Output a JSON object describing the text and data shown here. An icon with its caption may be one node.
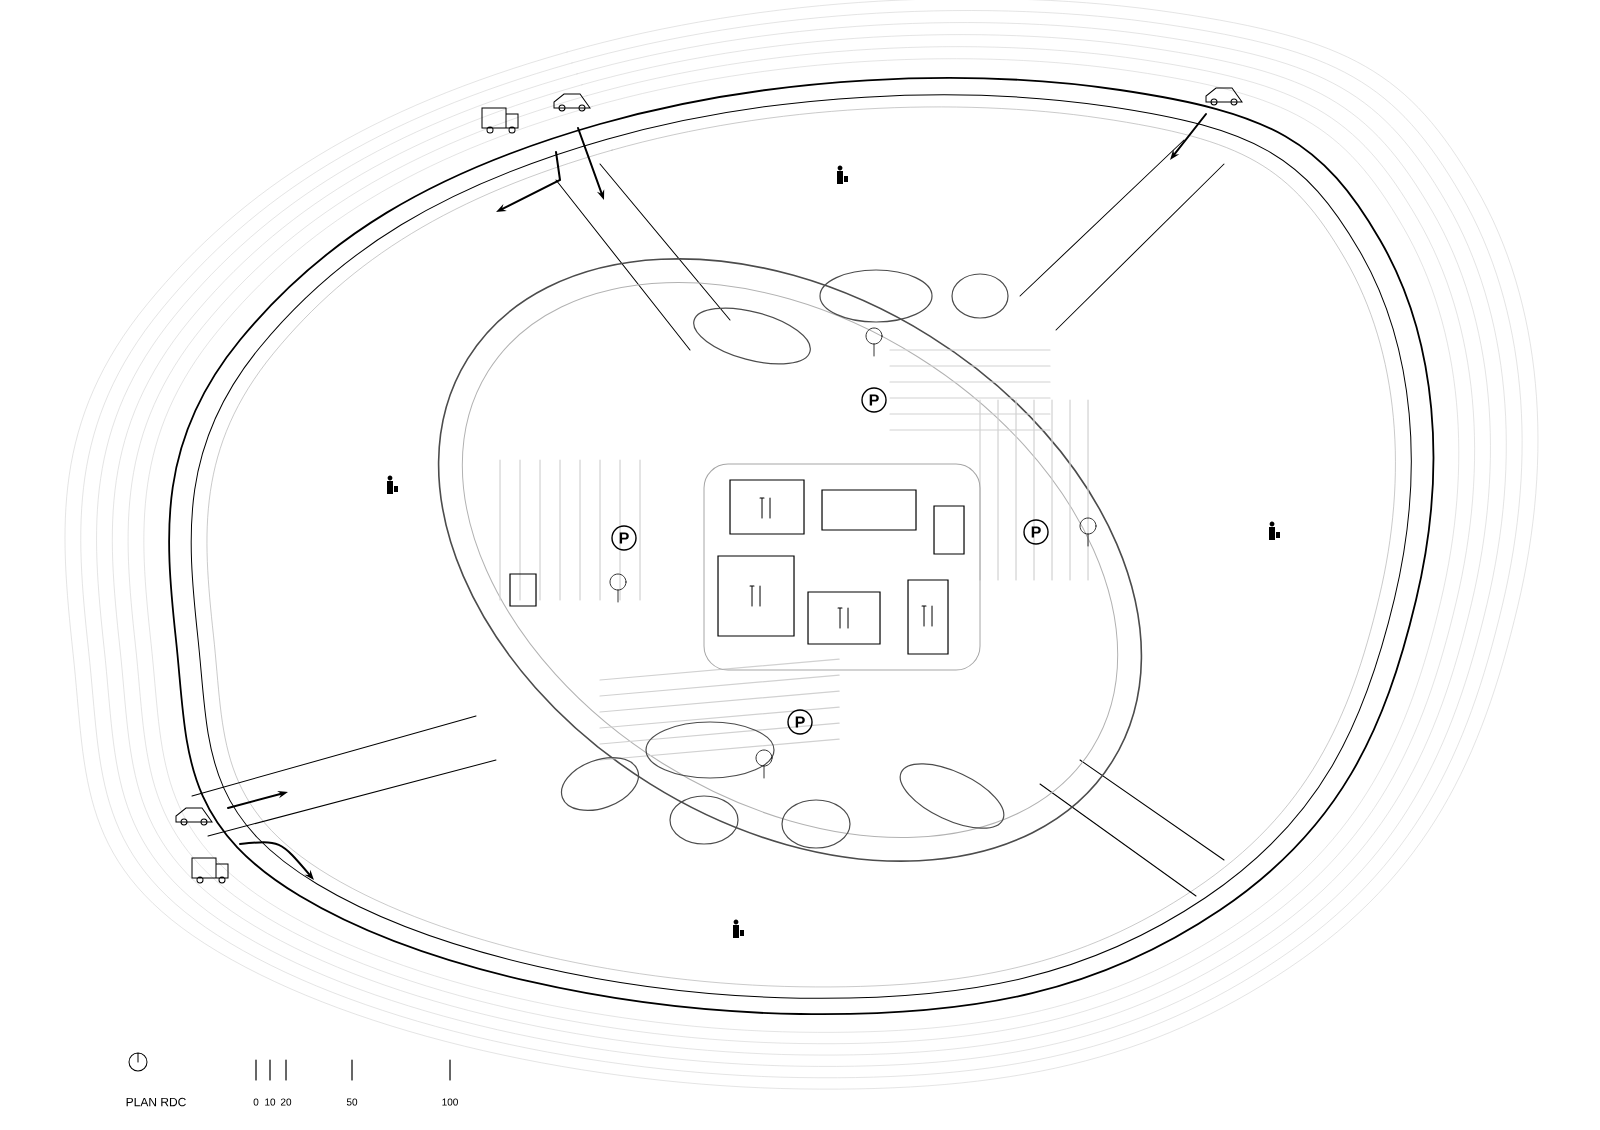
{
  "diagram": {
    "labels": [
      "P",
      "P",
      "P",
      "P",
      "PLAN RDC",
      "0",
      "10",
      "20",
      "50",
      "100"
    ]
  }
}
